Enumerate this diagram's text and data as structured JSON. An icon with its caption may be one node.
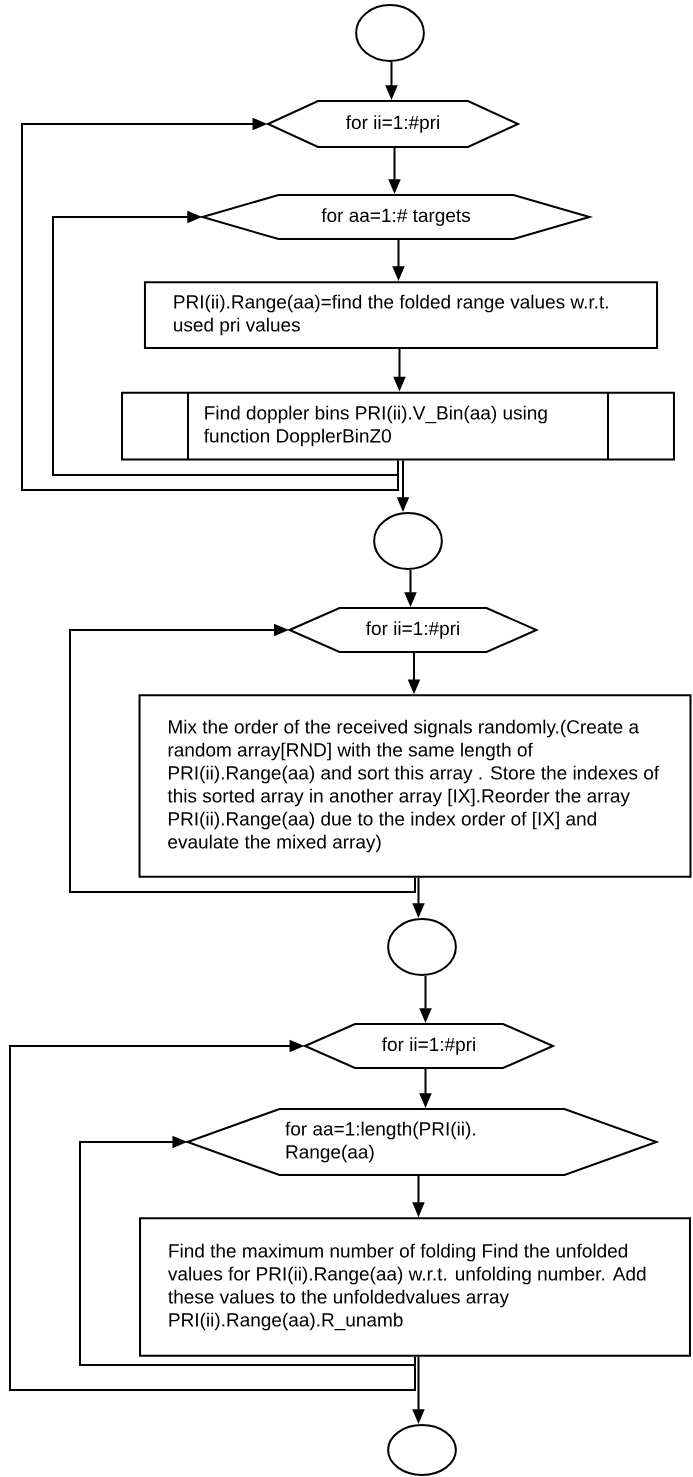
{
  "diagram": {
    "nodes": [
      {
        "text": [],
        "shape": "circle"
      },
      {
        "text": [
          "for ii=1:#pri"
        ]
      },
      {
        "text": [
          "for aa=1:# targets"
        ]
      },
      {
        "text": [
          "PRI(ii).Range(aa)=find the folded range values w.r.t. used pri values"
        ]
      },
      {
        "text": [
          "Find  doppler bins PRI(ii).V_Bin(aa) using function  DopplerBinZ0"
        ]
      },
      {
        "text": [],
        "shape": "circle"
      },
      {
        "text": [
          "for ii=1:#pri"
        ]
      },
      {
        "text": [
          "Mix the order of the received signals randomly.(Create a random array[RND] with the same length of PRI(ii).Range(aa) and sort this array . Store the indexes of this sorted array in another array [IX].Reorder the array PRI(ii).Range(aa) due to the index order of [IX] and evaulate the mixed array)"
        ]
      },
      {
        "text": [],
        "shape": "circle"
      },
      {
        "text": [
          "for ii=1:#pri"
        ]
      },
      {
        "text": [
          "for aa=1:length(PRI(ii). Range(aa)"
        ]
      },
      {
        "text": [
          "Find the maximum number of folding Find the unfolded values for PRI(ii).Range(aa) w.r.t. unfolding number. Add these values to the unfoldedvalues array PRI(ii).Range(aa).R_unamb"
        ]
      },
      {
        "text": [],
        "shape": "circle"
      }
    ],
    "edges": [
      {
        "from": 0,
        "to": 1,
        "arrow": "to"
      },
      {
        "from": 1,
        "to": 2,
        "arrow": "to"
      },
      {
        "from": 2,
        "to": 3,
        "arrow": "to"
      },
      {
        "from": 3,
        "to": 4,
        "arrow": "to"
      },
      {
        "from": 4,
        "to": 2,
        "arrow": "to"
      },
      {
        "from": 4,
        "to": 1,
        "arrow": "to"
      },
      {
        "from": 4,
        "to": 5,
        "arrow": "to"
      },
      {
        "from": 5,
        "to": 6,
        "arrow": "to"
      },
      {
        "from": 6,
        "to": 7,
        "arrow": "to"
      },
      {
        "from": 7,
        "to": 6,
        "arrow": "to"
      },
      {
        "from": 7,
        "to": 8,
        "arrow": "to"
      },
      {
        "from": 8,
        "to": 9,
        "arrow": "to"
      },
      {
        "from": 9,
        "to": 10,
        "arrow": "to"
      },
      {
        "from": 10,
        "to": 11,
        "arrow": "to"
      },
      {
        "from": 11,
        "to": 10,
        "arrow": "to"
      },
      {
        "from": 11,
        "to": 9,
        "arrow": "to"
      },
      {
        "from": 11,
        "to": 12,
        "arrow": "to"
      }
    ]
  }
}
